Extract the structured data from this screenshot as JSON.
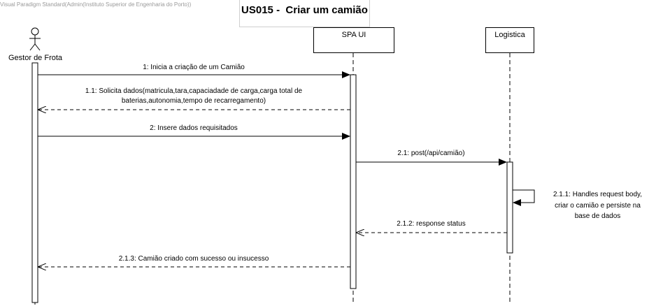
{
  "watermark": "Visual Paradigm Standard(Admin(Instituto Superior de Engenharia do Porto))",
  "title": "US015 -  Criar um camião",
  "participants": {
    "actor": {
      "name": "Gestor de Frota"
    },
    "spa": {
      "name": "SPA UI"
    },
    "logistica": {
      "name": "Logistica"
    }
  },
  "messages": [
    {
      "id": "m1",
      "label": "1: Inicia a criação de um Camião"
    },
    {
      "id": "m11",
      "line1": "1.1: Solicita dados(matricula,tara,capaciadade de carga,carga total de",
      "line2": "baterias,autonomia,tempo de recarregamento)"
    },
    {
      "id": "m2",
      "label": "2: Insere dados requisitados"
    },
    {
      "id": "m21",
      "label": "2.1: post(/api/camião)"
    },
    {
      "id": "m211",
      "line1": "2.1.1:  Handles request body,",
      "line2": "criar o camião e persiste na",
      "line3": "base de dados"
    },
    {
      "id": "m212",
      "label": "2.1.2: response status"
    },
    {
      "id": "m213",
      "label": "2.1.3: Camião criado com sucesso ou insucesso"
    }
  ]
}
